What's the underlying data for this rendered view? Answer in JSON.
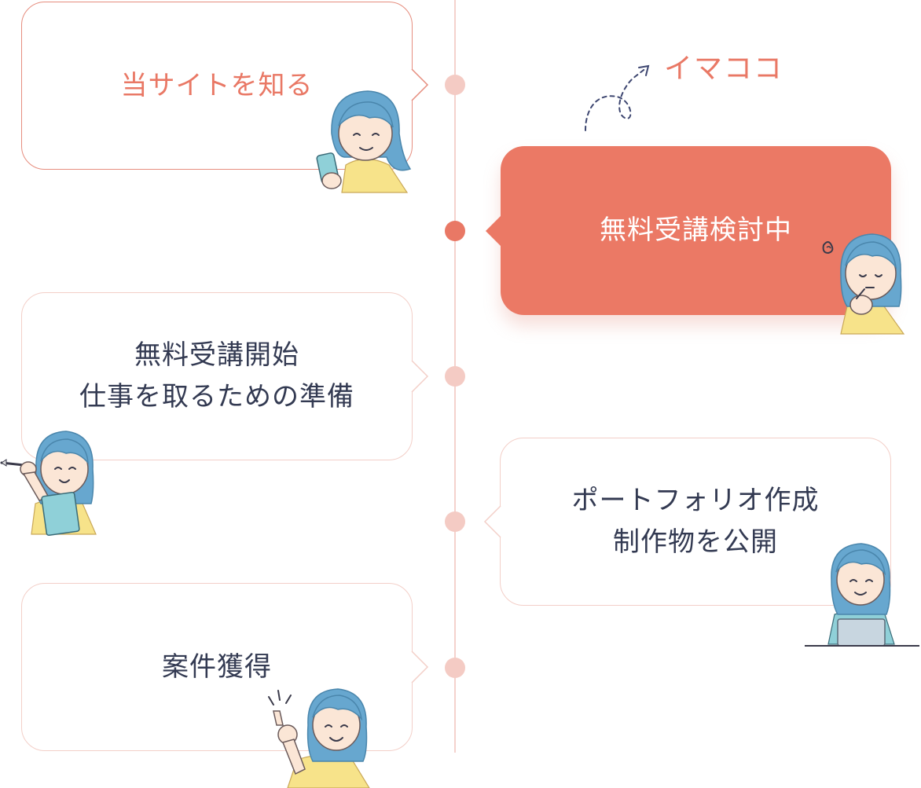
{
  "timeline": {
    "steps": [
      {
        "lines": [
          "当サイトを知る"
        ]
      },
      {
        "lines": [
          "無料受講検討中"
        ]
      },
      {
        "lines": [
          "無料受講開始",
          "仕事を取るための準備"
        ]
      },
      {
        "lines": [
          "ポートフォリオ作成",
          "制作物を公開"
        ]
      },
      {
        "lines": [
          "案件獲得"
        ]
      }
    ],
    "current_marker": "イマココ"
  },
  "colors": {
    "accent": "#eb7965",
    "light_accent": "#f4cbc4",
    "text": "#333a52",
    "hair": "#67a7cf",
    "shirt": "#f7e38a"
  }
}
